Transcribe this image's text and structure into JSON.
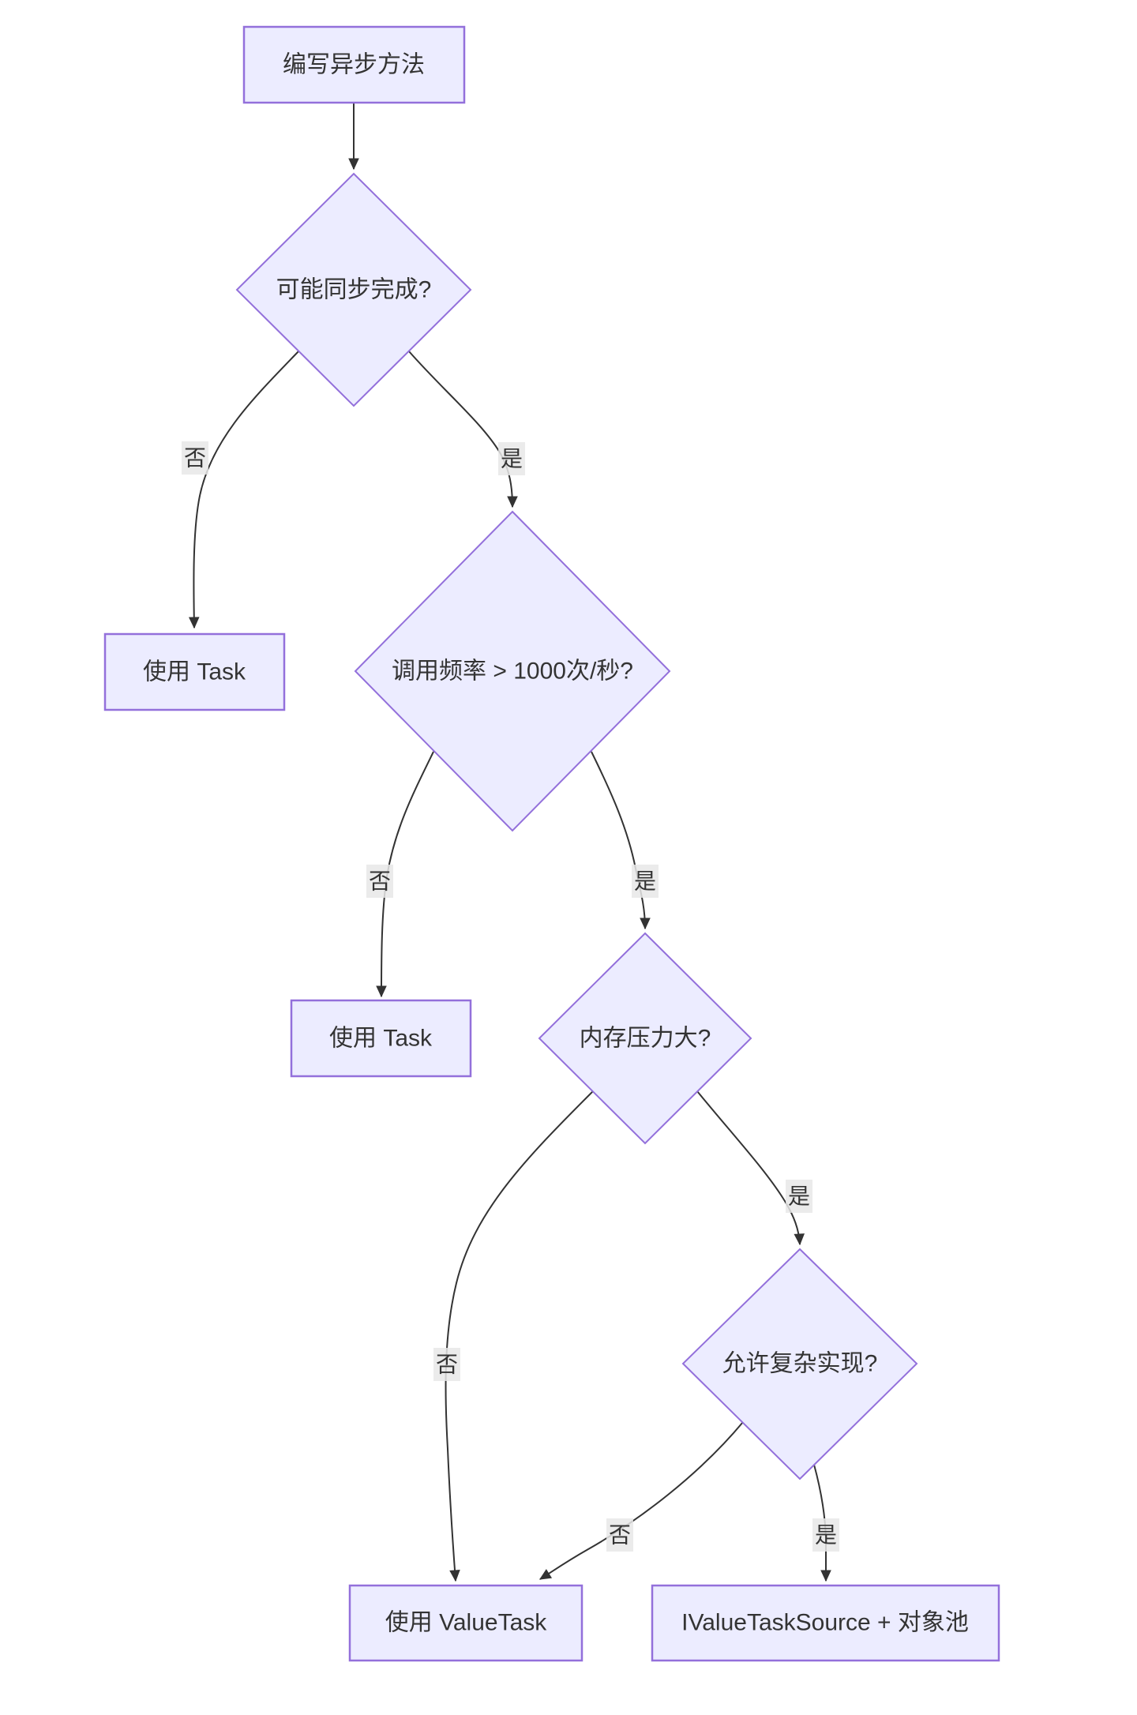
{
  "diagram": {
    "type": "flowchart",
    "direction": "top-down",
    "colors": {
      "background": "#ffffff",
      "node_fill": "#ECECFF",
      "node_border": "#9370DB",
      "edge_line": "#333333",
      "edge_label_bg": "#e8e8e8",
      "text": "#333333"
    },
    "nodes": {
      "start": {
        "label": "编写异步方法",
        "shape": "rect"
      },
      "d1": {
        "label": "可能同步完成?",
        "shape": "diamond"
      },
      "taskA": {
        "label": "使用 Task",
        "shape": "rect"
      },
      "d2": {
        "label": "调用频率 > 1000次/秒?",
        "shape": "diamond"
      },
      "taskB": {
        "label": "使用 Task",
        "shape": "rect"
      },
      "d3": {
        "label": "内存压力大?",
        "shape": "diamond"
      },
      "d4": {
        "label": "允许复杂实现?",
        "shape": "diamond"
      },
      "valuetask": {
        "label": "使用 ValueTask",
        "shape": "rect"
      },
      "ivts": {
        "label": "IValueTaskSource + 对象池",
        "shape": "rect"
      }
    },
    "edges": [
      {
        "from": "start",
        "to": "d1",
        "label": ""
      },
      {
        "from": "d1",
        "to": "taskA",
        "label": "否"
      },
      {
        "from": "d1",
        "to": "d2",
        "label": "是"
      },
      {
        "from": "d2",
        "to": "taskB",
        "label": "否"
      },
      {
        "from": "d2",
        "to": "d3",
        "label": "是"
      },
      {
        "from": "d3",
        "to": "valuetask",
        "label": "否"
      },
      {
        "from": "d3",
        "to": "d4",
        "label": "是"
      },
      {
        "from": "d4",
        "to": "valuetask",
        "label": "否"
      },
      {
        "from": "d4",
        "to": "ivts",
        "label": "是"
      }
    ]
  }
}
